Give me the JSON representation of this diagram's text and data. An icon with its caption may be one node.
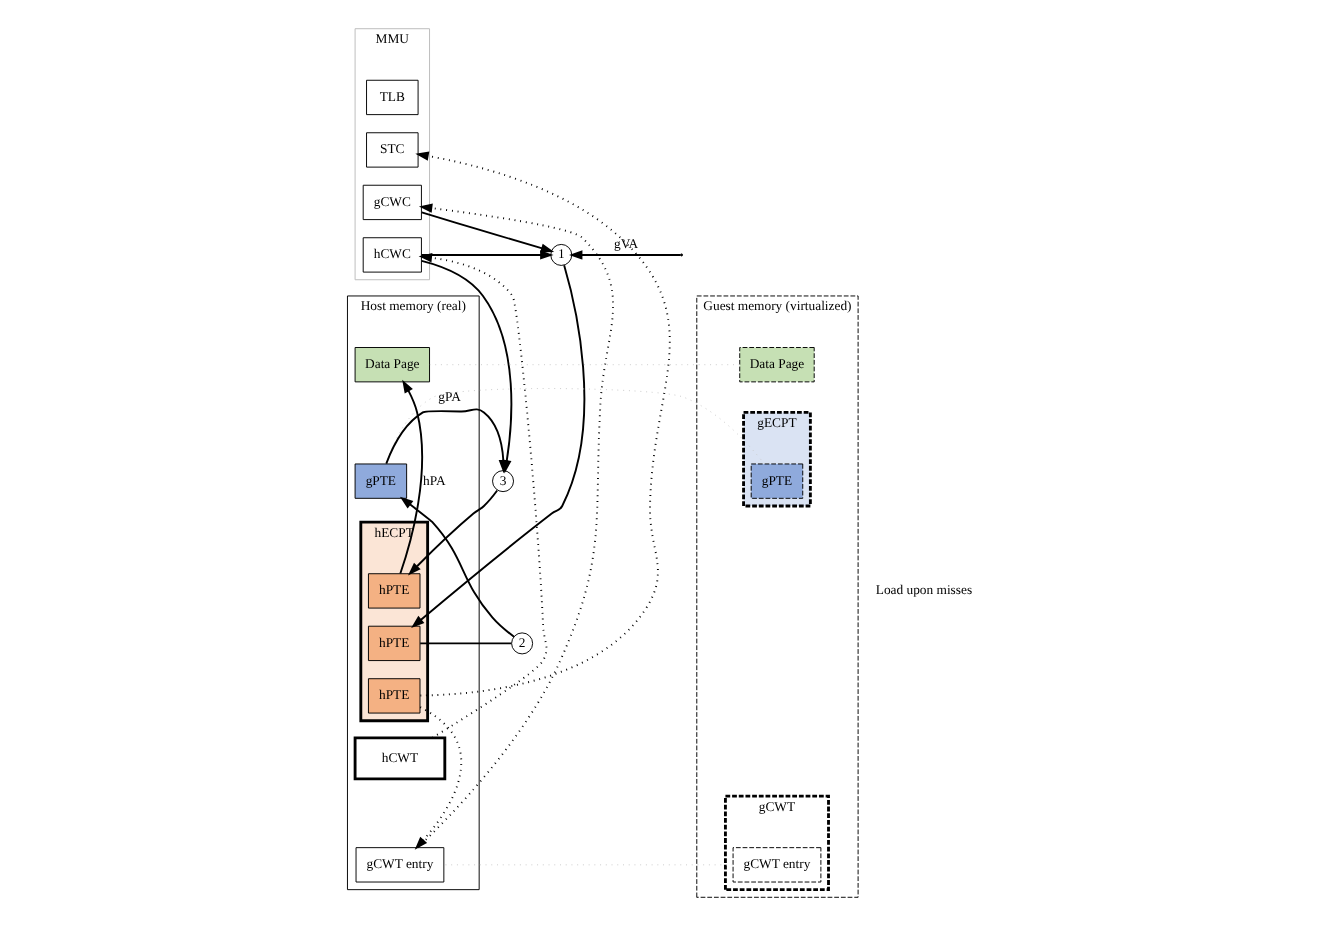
{
  "diagram": {
    "nodes": [
      {
        "text": [
          "MMU"
        ]
      },
      {
        "text": [
          "TLB"
        ],
        "in": 0
      },
      {
        "text": [
          "STC"
        ],
        "in": 0
      },
      {
        "text": [
          "gCWC"
        ],
        "in": 0
      },
      {
        "text": [
          "hCWC"
        ],
        "in": 0
      },
      {
        "text": [
          "1"
        ]
      },
      {
        "text": [
          "Guest memory (virtualized)"
        ]
      },
      {
        "text": [
          "Data Page"
        ],
        "in": 6
      },
      {
        "text": [
          "gECPT"
        ],
        "in": 6
      },
      {
        "text": [
          "gPTE"
        ],
        "in": 8
      },
      {
        "text": [
          "gCWT"
        ],
        "in": 6
      },
      {
        "text": [
          "gCWT entry"
        ],
        "in": 10
      },
      {
        "text": [
          "Host memory (real)"
        ]
      },
      {
        "text": [
          "Data Page"
        ],
        "in": 12
      },
      {
        "text": [
          "gPTE"
        ],
        "in": 12
      },
      {
        "text": [
          "hECPT"
        ],
        "in": 12
      },
      {
        "text": [
          "hPTE"
        ],
        "in": 15
      },
      {
        "text": [
          "hPTE"
        ],
        "in": 15
      },
      {
        "text": [
          "hPTE"
        ],
        "in": 15
      },
      {
        "text": [
          "hCWT"
        ],
        "in": 12
      },
      {
        "text": [
          "gCWT entry"
        ],
        "in": 12
      },
      {
        "text": [
          "3"
        ]
      },
      {
        "text": [
          "2"
        ]
      }
    ],
    "edges": [
      {
        "from": null,
        "to": 5,
        "arrow": "to",
        "label": "gVA"
      },
      {
        "from": 3,
        "to": 5,
        "arrow": "to"
      },
      {
        "from": 4,
        "to": 5,
        "arrow": "to"
      },
      {
        "from": 4,
        "to": 21,
        "arrow": "to"
      },
      {
        "from": 5,
        "to": 17,
        "arrow": "to"
      },
      {
        "from": 14,
        "to": 21,
        "arrow": "to",
        "label": "gPA"
      },
      {
        "from": 21,
        "to": 16,
        "arrow": "to"
      },
      {
        "from": 16,
        "to": 13,
        "arrow": "to",
        "label": "hPA"
      },
      {
        "from": 17,
        "to": 22,
        "arrow": "none"
      },
      {
        "from": 22,
        "to": 14,
        "arrow": "to"
      },
      {
        "from": 18,
        "to": 2,
        "arrow": "to",
        "style": "dashed"
      },
      {
        "from": 18,
        "to": 20,
        "arrow": "to",
        "style": "dashed"
      },
      {
        "from": 19,
        "to": 4,
        "arrow": "to",
        "style": "dashed"
      },
      {
        "from": 20,
        "to": 3,
        "arrow": "to",
        "style": "dashed"
      },
      {
        "from": 7,
        "to": 13,
        "arrow": "none",
        "style": "dashed",
        "color": "#c8c8c8"
      },
      {
        "from": 9,
        "to": 14,
        "arrow": "none",
        "style": "dashed",
        "color": "#c8c8c8"
      },
      {
        "from": 11,
        "to": 20,
        "arrow": "none",
        "style": "dashed",
        "color": "#c8c8c8"
      }
    ],
    "labels": [
      "Load upon misses"
    ]
  }
}
